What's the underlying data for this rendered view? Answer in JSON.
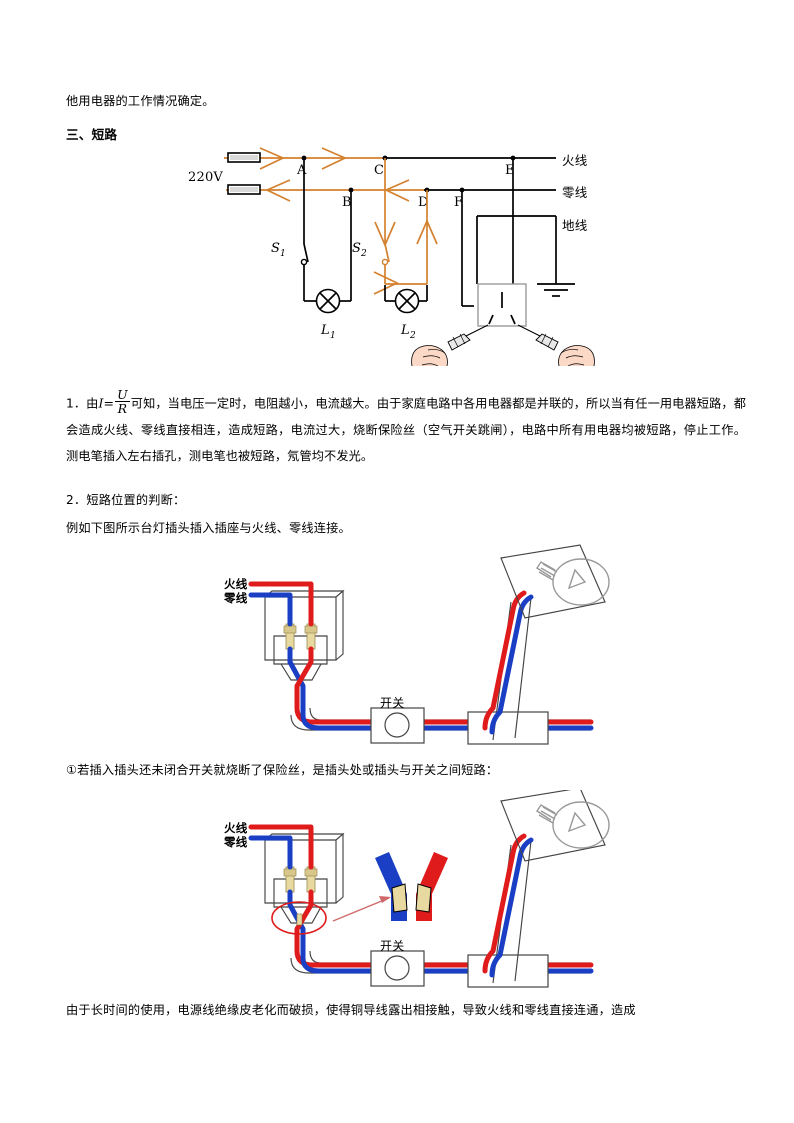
{
  "document": {
    "line_top": "他用电器的工作情况确定。",
    "heading": "三、短路",
    "para1_prefix": "1．由",
    "para1_I": "I",
    "para1_eq": "=",
    "para1_num": "U",
    "para1_den": "R",
    "para1_rest": "可知，当电压一定时，电阻越小，电流越大。由于家庭电路中各用电器都是并联的，所以当有任一用电器短路，都会造成火线、零线直接相连，造成短路，电流过大，烧断保险丝（空气开关跳闸），电路中所有用电器均被短路，停止工作。测电笔插入左右插孔，测电笔也被短路，氖管均不发光。",
    "para2": "2．短路位置的判断：",
    "para3": "例如下图所示台灯插头插入插座与火线、零线连接。",
    "caption1": "①若插入插头还未闭合开关就烧断了保险丝，是插头处或插头与开关之间短路：",
    "para4": "由于长时间的使用，电源线绝缘皮老化而破损，使得铜导线露出相接触，导致火线和零线直接连通，造成"
  },
  "circuit_figure": {
    "voltage_label": "220V",
    "wire_labels": {
      "live": "火线",
      "neutral": "零线",
      "ground": "地线"
    },
    "nodes": [
      "A",
      "B",
      "C",
      "D",
      "E",
      "F"
    ],
    "switches": [
      {
        "name": "S",
        "sub": "1"
      },
      {
        "name": "S",
        "sub": "2"
      }
    ],
    "lamps": [
      {
        "name": "L",
        "sub": "1"
      },
      {
        "name": "L",
        "sub": "2"
      }
    ],
    "colors": {
      "current_path": "#d4812f",
      "wire": "#000000",
      "socket_outline": "#9a9a9a"
    }
  },
  "lamp_figure_1": {
    "live_label": "火线",
    "neutral_label": "零线",
    "switch_label": "开关",
    "colors": {
      "live_wire": "#e01b1b",
      "neutral_wire": "#1a3fc4",
      "bulb_outline": "#999999",
      "body_outline": "#444444",
      "contact_pin": "#e8d9a0"
    }
  },
  "lamp_figure_2": {
    "live_label": "火线",
    "neutral_label": "零线",
    "switch_label": "开关",
    "colors": {
      "live_wire": "#e01b1b",
      "neutral_wire": "#1a3fc4",
      "highlight_circle": "#e01b1b",
      "pointer_arrow": "#d06a6a",
      "detail_red": "#e01b1b",
      "detail_blue": "#1a3fc4",
      "detail_copper": "#e8d9a0"
    }
  }
}
